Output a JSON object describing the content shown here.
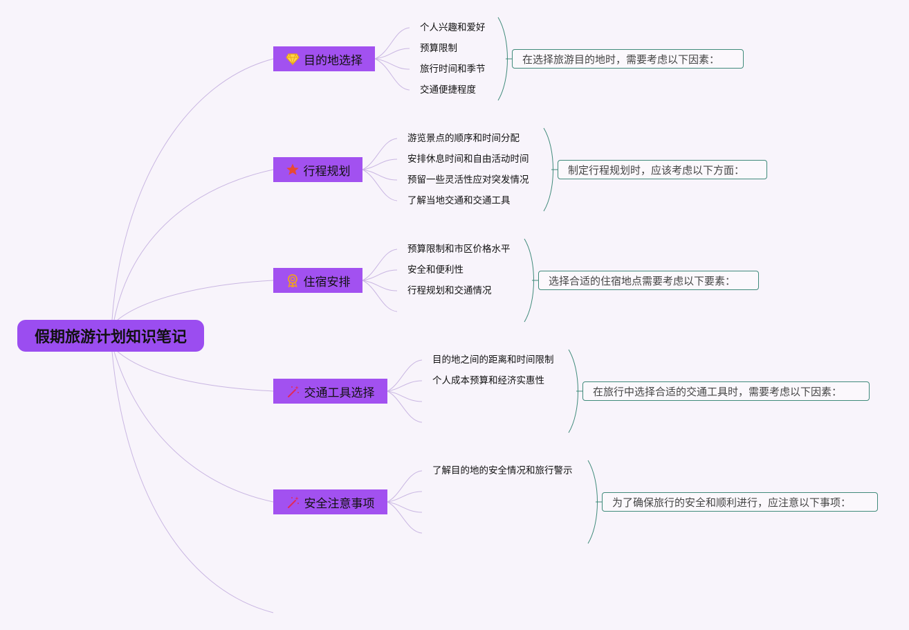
{
  "central": {
    "title": "假期旅游计划知识笔记"
  },
  "branches": [
    {
      "label": "目的地选择",
      "icon": "diamond-icon",
      "icon_color": "#f0b92a",
      "items": [
        "个人兴趣和爱好",
        "预算限制",
        "旅行时间和季节",
        "交通便捷程度"
      ],
      "summary": "在选择旅游目的地时，需要考虑以下因素："
    },
    {
      "label": "行程规划",
      "icon": "star-icon",
      "icon_color": "#e9492f",
      "items": [
        "游览景点的顺序和时间分配",
        "安排休息时间和自由活动时间",
        "预留一些灵活性应对突发情况",
        "了解当地交通和交通工具"
      ],
      "summary": "制定行程规划时，应该考虑以下方面："
    },
    {
      "label": "住宿安排",
      "icon": "award-ribbon-icon",
      "icon_color": "#f0a020",
      "items": [
        "预算限制和市区价格水平",
        "安全和便利性",
        "行程规划和交通情况"
      ],
      "summary": "选择合适的住宿地点需要考虑以下要素："
    },
    {
      "label": "交通工具选择",
      "icon": "magic-wand-icon",
      "icon_color": "#e02a5a",
      "items": [
        "目的地之间的距离和时间限制",
        "个人成本预算和经济实惠性"
      ],
      "summary": "在旅行中选择合适的交通工具时，需要考虑以下因素："
    },
    {
      "label": "安全注意事项",
      "icon": "magic-wand-icon",
      "icon_color": "#e02a5a",
      "items": [
        "了解目的地的安全情况和旅行警示"
      ],
      "summary": "为了确保旅行的安全和顺利进行，应注意以下事项："
    }
  ],
  "colors": {
    "branch_fill": "#a251f0",
    "connector": "#c7b4e0",
    "bracket": "#3f8a7a"
  }
}
